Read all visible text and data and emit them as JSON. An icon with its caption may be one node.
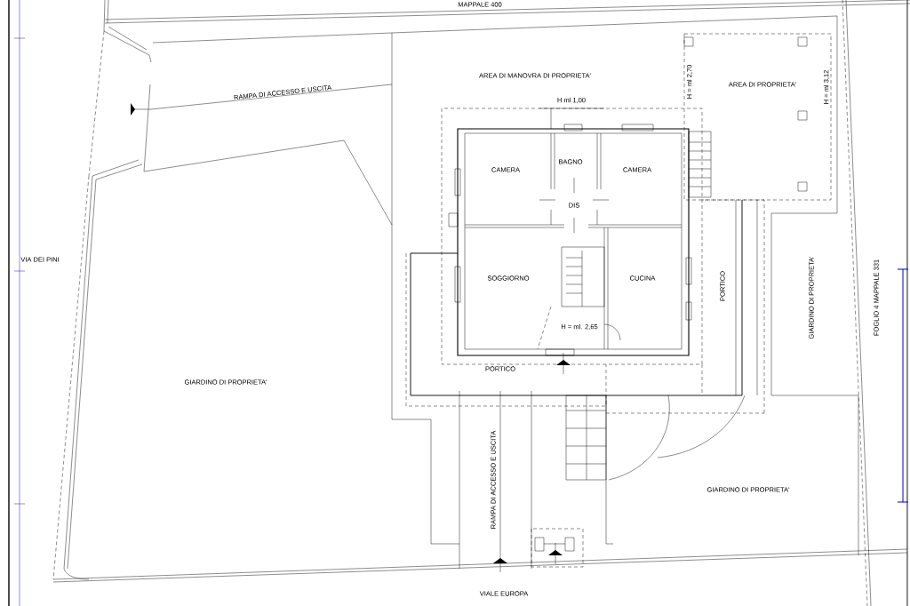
{
  "diagram": {
    "labels": [
      "MAPPALE 400",
      "AREA DI MANOVRA DI PROPRIETA'",
      "H = ml 2,70",
      "AREA DI PROPRIETA'",
      "H = ml 3,12",
      "RAMPA DI ACCESSO E USCITA",
      "H ml 1,00",
      "CAMERA",
      "BAGNO",
      "CAMERA",
      "DIS",
      "VIA DEI PINI",
      "PORTICO",
      "SOGGIORNO",
      "CUCINA",
      "GIARDINO DI PROPRIETA'",
      "FOGLIO 4 MAPPALE 331",
      "H = ml. 2,65",
      "PORTICO",
      "GIARDINO DI PROPRIETA'",
      "RAMPA DI ACCESSO E USCITA",
      "GIARDINO DI PROPRIETA'",
      "VIALE EUROPA"
    ]
  }
}
